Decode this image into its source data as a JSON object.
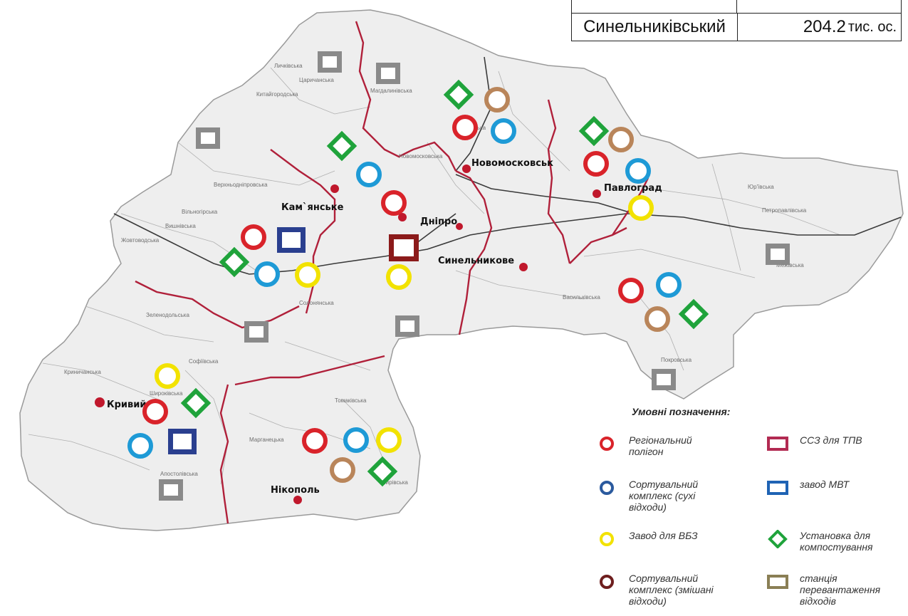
{
  "table": {
    "district": "Синельниківський",
    "value": "204.2",
    "unit": "тис. ос."
  },
  "cities": {
    "dnipro": "Дніпро",
    "kamianske": "Кам`янське",
    "novomoskovsk": "Новомосковськ",
    "pavlohrad": "Павлоград",
    "synelnykove": "Синельникове",
    "kryvyi": "Кривий",
    "nikopol": "Нікополь"
  },
  "legend": {
    "title": "Умовні позначення:",
    "items": [
      {
        "symbol": "circle",
        "color": "#d9232a",
        "label": "Регіональний\nполігон"
      },
      {
        "symbol": "rect",
        "color": "#b22a52",
        "label": "ССЗ для ТПВ"
      },
      {
        "symbol": "circle",
        "color": "#2b5a9e",
        "label": "Сортувальний\nкомплекс (сухі\nвідходи)"
      },
      {
        "symbol": "rect",
        "color": "#1f63b4",
        "label": "завод МВТ"
      },
      {
        "symbol": "circle",
        "color": "#f2e200",
        "label": "Завод для ВБЗ"
      },
      {
        "symbol": "diamond",
        "color": "#1fa33b",
        "label": "Установка для\nкомпостування"
      },
      {
        "symbol": "circle",
        "color": "#6e1e1e",
        "label": "Сортувальний\nкомплекс (змішані\nвідходи)"
      },
      {
        "symbol": "rect",
        "color": "#8a7f55",
        "label": "станція\nперевантаження\nвідходів"
      }
    ]
  },
  "symbol_colors": {
    "regional_landfill": "#d9232a",
    "sorting_dry": "#1e9ad6",
    "organic_plant": "#f2e200",
    "compost": "#1fa33b",
    "sorting_mixed": "#b9855a",
    "transfer": "#8a8a8a",
    "mbt": "#2a3f8f",
    "ssz": "#8b1a1a"
  },
  "map_labels": [
    {
      "text": "Личківська"
    },
    {
      "text": "Царичанська"
    },
    {
      "text": "Китайгородська"
    },
    {
      "text": "Магдалинівська"
    },
    {
      "text": "Губиниська"
    },
    {
      "text": "Вільногірська"
    },
    {
      "text": "Жовтоводська"
    },
    {
      "text": "Верхньодніпровська"
    },
    {
      "text": "Вишнівська"
    },
    {
      "text": "Новомосковська"
    },
    {
      "text": "Солонянська"
    },
    {
      "text": "Покровська"
    },
    {
      "text": "Криничанська"
    },
    {
      "text": "Апостолівська"
    },
    {
      "text": "Межівська"
    },
    {
      "text": "Юр'ївська"
    },
    {
      "text": "Петропавлівська"
    },
    {
      "text": "Васильківська"
    },
    {
      "text": "Томаківська"
    },
    {
      "text": "Мирівська"
    },
    {
      "text": "Марганецька"
    },
    {
      "text": "Софіївська"
    },
    {
      "text": "Широківська"
    },
    {
      "text": "Зеленодольська"
    }
  ]
}
